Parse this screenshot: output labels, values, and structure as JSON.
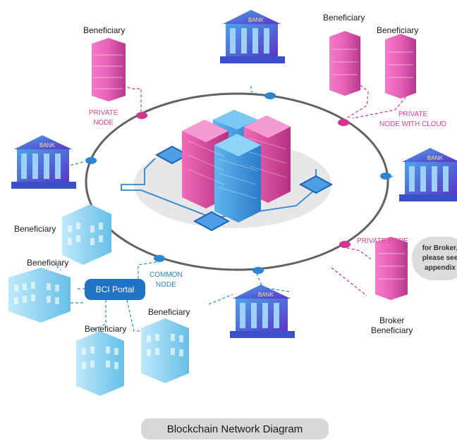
{
  "labels": {
    "beneficiary_top_left": "Beneficiary",
    "beneficiary_top_right_1": "Beneficiary",
    "beneficiary_top_right_2": "Beneficiary",
    "beneficiary_left": "Beneficiary",
    "beneficiary_left_lower": "Beneficiary",
    "beneficiary_bottom_mid": "Beneficiary",
    "beneficiary_bottom_right": "Beneficiary",
    "broker_beneficiary": "Broker\nBeneficiary",
    "private_node": "PRIVATE\nNODE",
    "private_node_cloud": "PRIVATE\nNODE WITH CLOUD",
    "private_node_right": "PRIVATE NODE",
    "common_node": "COMMON\nNODE",
    "bci_portal": "BCI Portal",
    "broker_note": "for Broker,\nplease see\nappendix",
    "bank_text": "BANK"
  },
  "caption": "Blockchain Network Diagram",
  "colors": {
    "ring": "#5f6166",
    "pink_node": "#d6338f",
    "blue_node": "#2e86d1",
    "private_label": "#e0429a",
    "common_label": "#2f7fc4",
    "bank_blue": "#3b6fd6",
    "building_pink": "#e65fb5",
    "building_light_blue": "#8fd4f2",
    "portal_blue": "#1f72c4"
  },
  "icons": [
    "bank-icon",
    "pink-tower-icon",
    "light-blue-building-icon",
    "server-rack-icon",
    "node-dot-icon"
  ]
}
